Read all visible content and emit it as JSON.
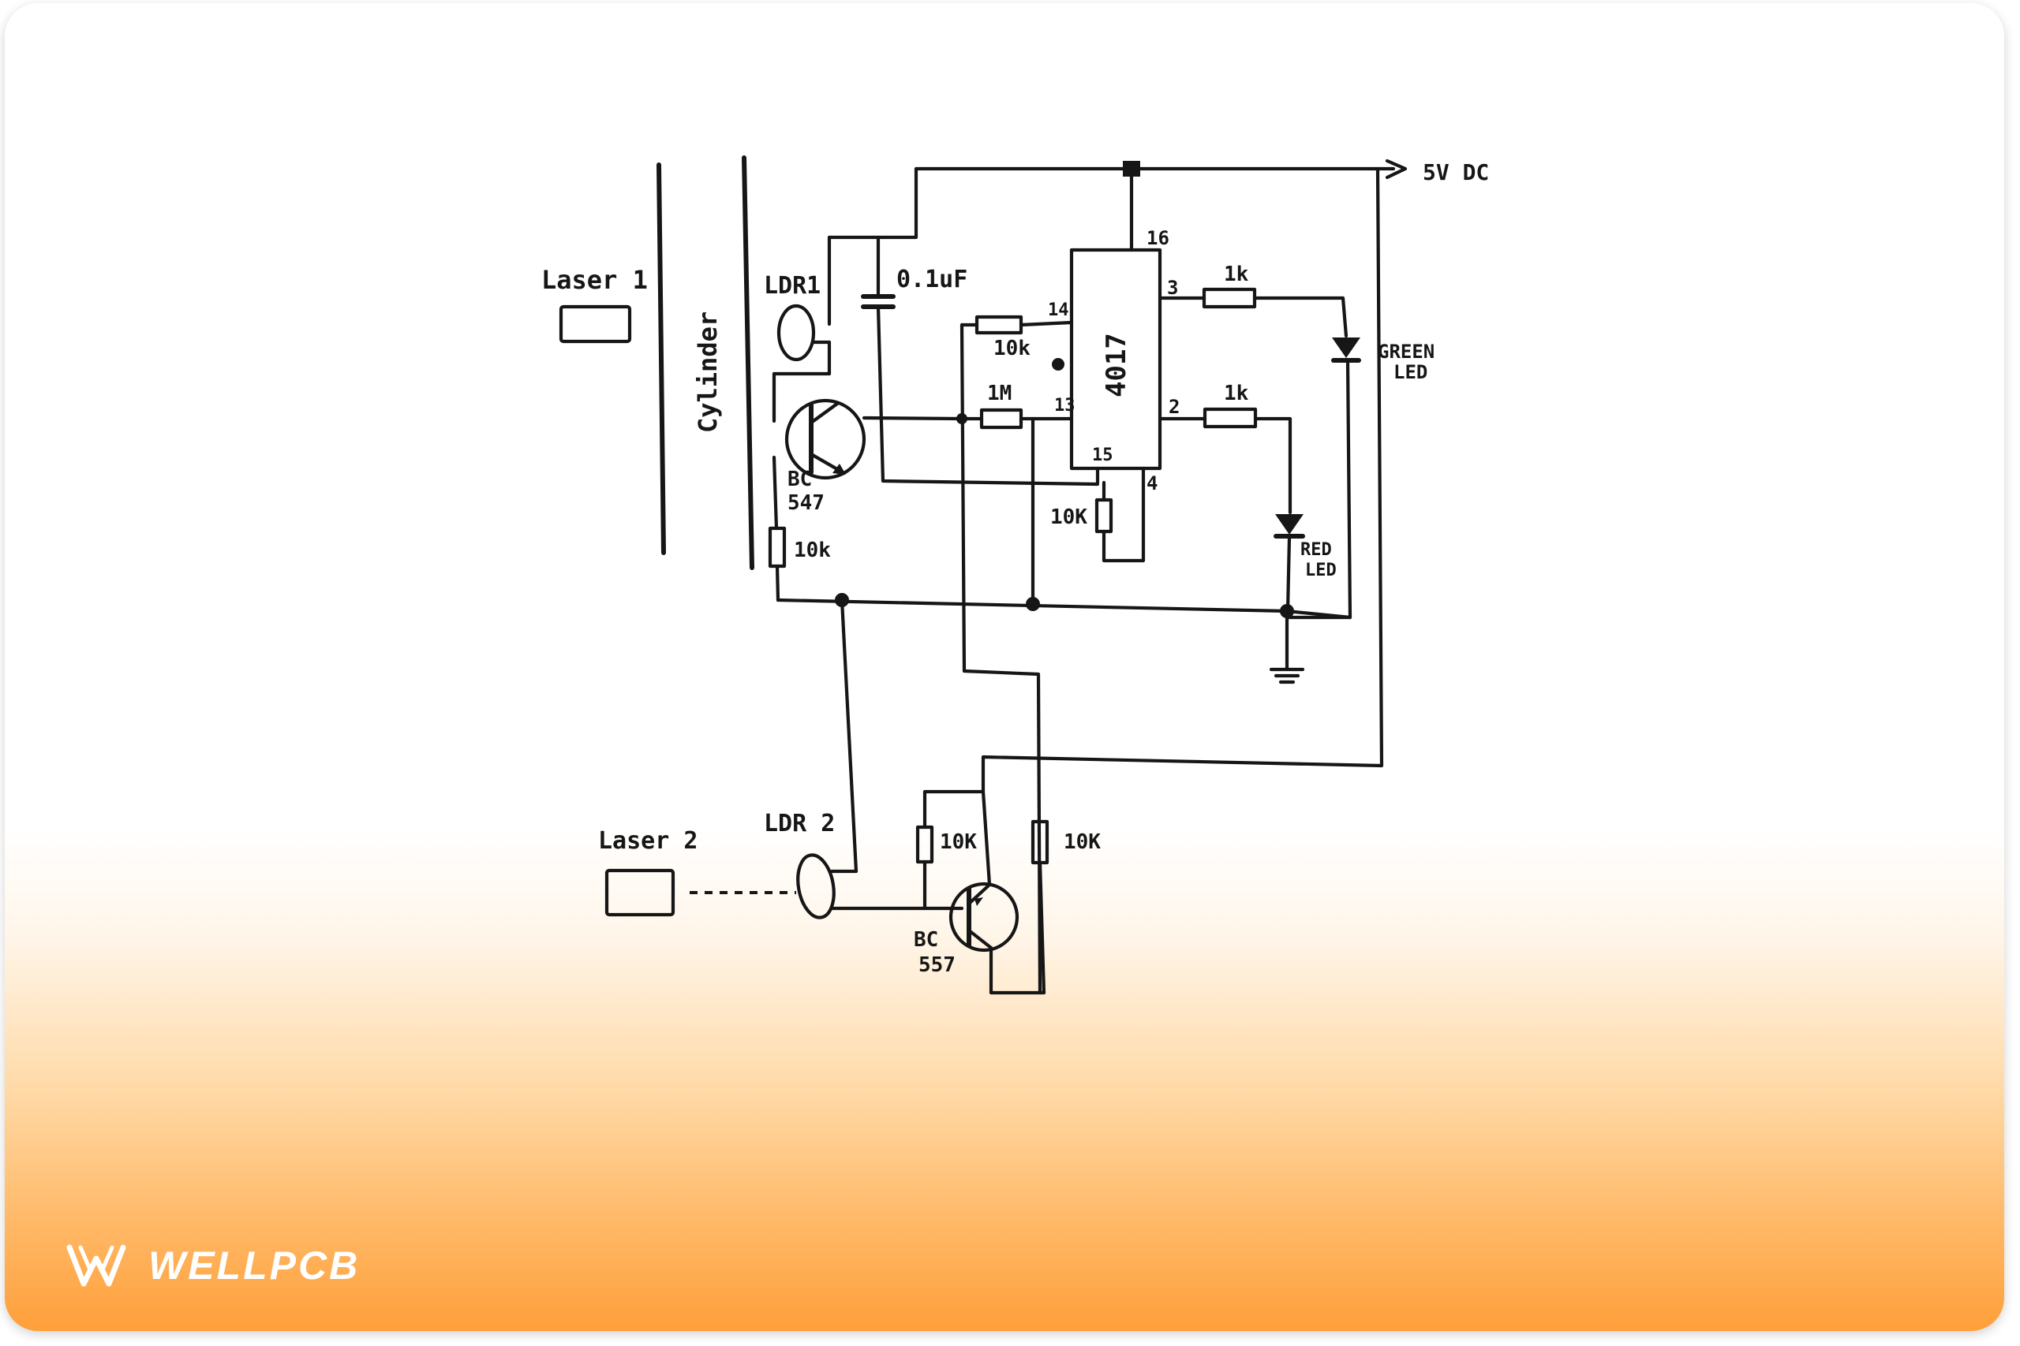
{
  "colors": {
    "ink": "#161616",
    "accent": "#ff9f3a",
    "brand_text": "#ffffff"
  },
  "labels": {
    "supply": "5V DC",
    "laser1": "Laser 1",
    "laser2": "Laser 2",
    "cylinder": "Cylinder",
    "ldr1": "LDR1",
    "ldr2": "LDR 2",
    "cap": "0.1uF",
    "q1_line1": "BC",
    "q1_line2": "547",
    "q2_line1": "BC",
    "q2_line2": "557",
    "r_q1_emitter": "10k",
    "r_pin14": "10k",
    "r_1m": "1M",
    "r_pin15": "10K",
    "r_pin3": "1k",
    "r_pin2": "1k",
    "r_q2_base": "10K",
    "r_q2_collector": "10K",
    "ic": "4017",
    "pin16": "16",
    "pin14": "14",
    "pin13": "13",
    "pin15": "15",
    "pin3": "3",
    "pin2": "2",
    "pin4": "4",
    "green_led_1": "GREEN",
    "green_led_2": "LED",
    "red_led_1": "RED",
    "red_led_2": "LED"
  },
  "brand": {
    "name": "WELLPCB",
    "logo_icon": "wellpcb-logo-icon"
  }
}
